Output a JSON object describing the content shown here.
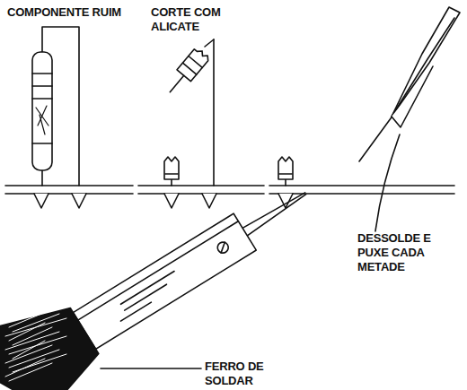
{
  "diagram": {
    "labels": [
      "COMPONENTE RUIM",
      "CORTE COM ALICATE",
      "DESSOLDE E PUXE CADA METADE",
      "FERRO DE SOLDAR"
    ]
  }
}
